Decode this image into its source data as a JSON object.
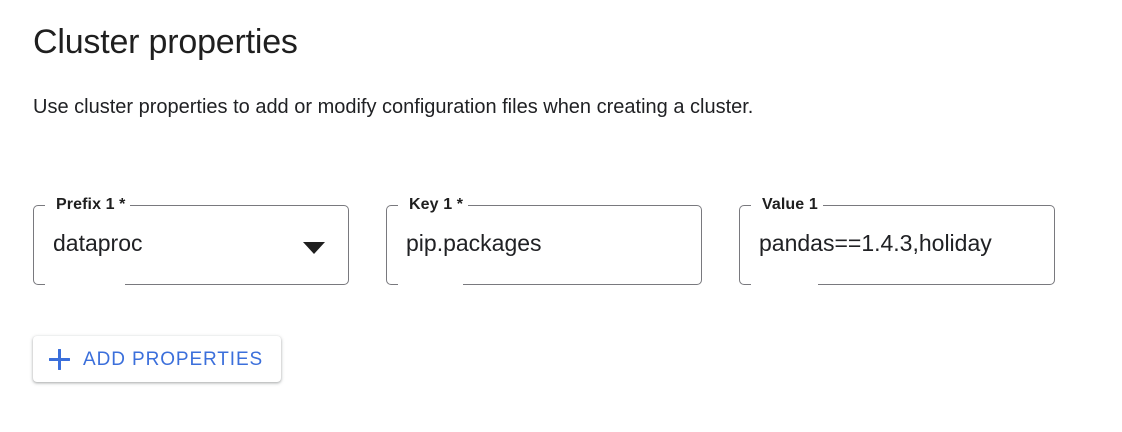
{
  "section": {
    "title": "Cluster properties",
    "description": "Use cluster properties to add or modify configuration files when creating a cluster."
  },
  "fields": [
    {
      "name": "prefix",
      "label": "Prefix 1 *",
      "value": "dataproc",
      "control": "select",
      "icon": "chevron-down-icon",
      "required": true
    },
    {
      "name": "key",
      "label": "Key 1 *",
      "value": "pip.packages",
      "control": "text",
      "required": true
    },
    {
      "name": "value",
      "label": "Value 1",
      "value": "pandas==1.4.3,holiday",
      "control": "text",
      "required": false
    }
  ],
  "actions": {
    "add_properties_label": "ADD PROPERTIES",
    "add_properties_icon": "plus-icon"
  },
  "colors": {
    "accent": "#3b6fdb",
    "outline": "#79797e",
    "text": "#202124",
    "background": "#ffffff"
  }
}
